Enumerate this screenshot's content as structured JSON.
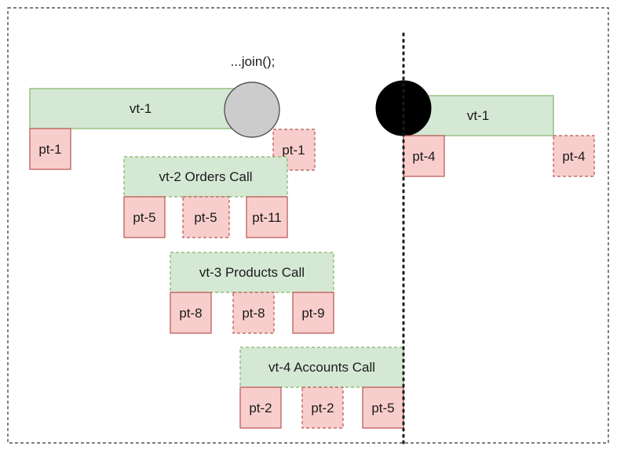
{
  "annotation": {
    "join_label": "...join();"
  },
  "colors": {
    "virtual_fill": "#d5e8d4",
    "virtual_stroke": "#82b366",
    "platform_fill": "#f8cecc",
    "platform_stroke": "#b85450",
    "unmounted_circle_fill": "#cccccc",
    "mounted_circle_fill": "#000000",
    "frame_stroke": "#333333"
  },
  "left_panel": {
    "main_thread": {
      "label": "vt-1",
      "initial_carrier": "pt-1",
      "resumed_carrier": "pt-1"
    },
    "calls": [
      {
        "label": "vt-2 Orders Call",
        "carriers": [
          "pt-5",
          "pt-5",
          "pt-11"
        ]
      },
      {
        "label": "vt-3 Products Call",
        "carriers": [
          "pt-8",
          "pt-8",
          "pt-9"
        ]
      },
      {
        "label": "vt-4 Accounts Call",
        "carriers": [
          "pt-2",
          "pt-2",
          "pt-5"
        ]
      }
    ]
  },
  "right_panel": {
    "main_thread": {
      "label": "vt-1",
      "initial_carrier": "pt-4",
      "resumed_carrier": "pt-4"
    }
  }
}
